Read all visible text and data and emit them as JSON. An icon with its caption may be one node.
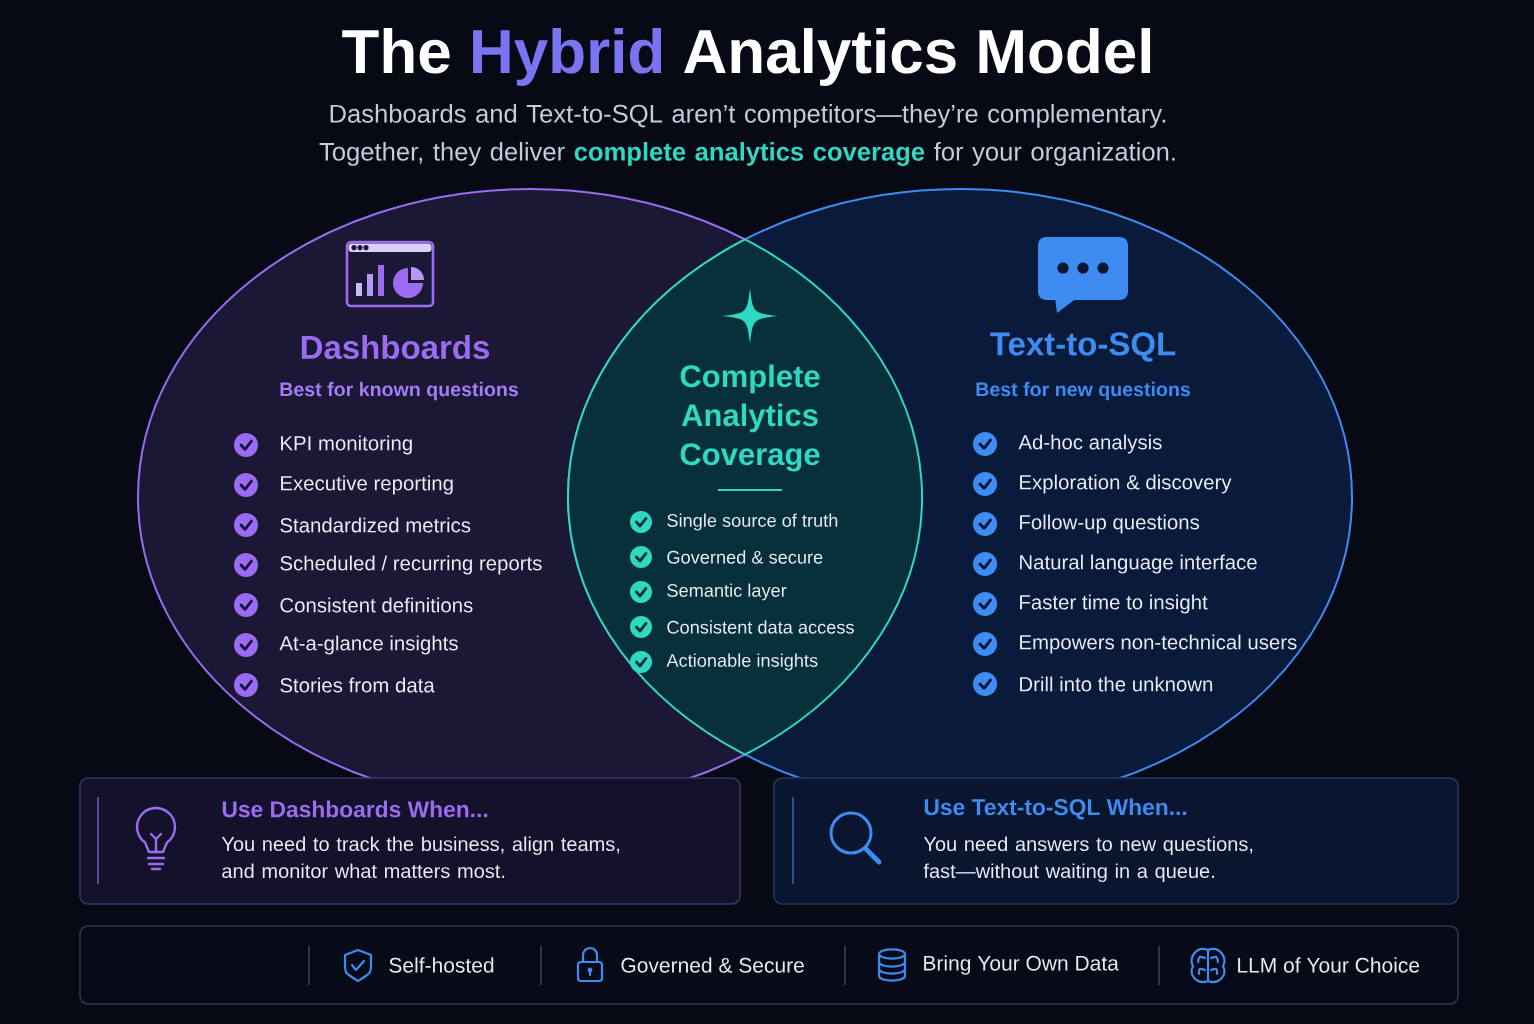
{
  "diagram": {
    "title": "The Hybrid Analytics Model",
    "nodes": [
      {
        "text": [
          "Dashboards",
          "Best for known questions",
          "KPI monitoring",
          "Executive reporting",
          "Standardized metrics",
          "Scheduled / recurring reports",
          "Consistent definitions",
          "At-a-glance insights",
          "Stories from data"
        ]
      },
      {
        "text": [
          "Complete Analytics Coverage",
          "Single source of truth",
          "Governed & secure",
          "Semantic layer",
          "Consistent data access",
          "Actionable insights"
        ]
      },
      {
        "text": [
          "Text-to-SQL",
          "Best for new questions",
          "Ad-hoc analysis",
          "Exploration & discovery",
          "Follow-up questions",
          "Natural language interface",
          "Faster time to insight",
          "Empowers non-technical users",
          "Drill into the unknown"
        ]
      },
      {
        "text": [
          "Use Dashboards When...",
          "You need to track the business, align teams, and monitor what matters most."
        ]
      },
      {
        "text": [
          "Use Text-to-SQL When...",
          "You need answers to new questions, fast—without waiting in a queue."
        ]
      },
      {
        "text": [
          "Self-hosted",
          "Governed & Secure",
          "Bring Your Own Data",
          "LLM of Your Choice"
        ]
      }
    ],
    "labels": [
      "Dashboards and Text-to-SQL aren’t competitors—they’re complementary. Together, they deliver **complete analytics coverage** for your organization."
    ]
  }
}
